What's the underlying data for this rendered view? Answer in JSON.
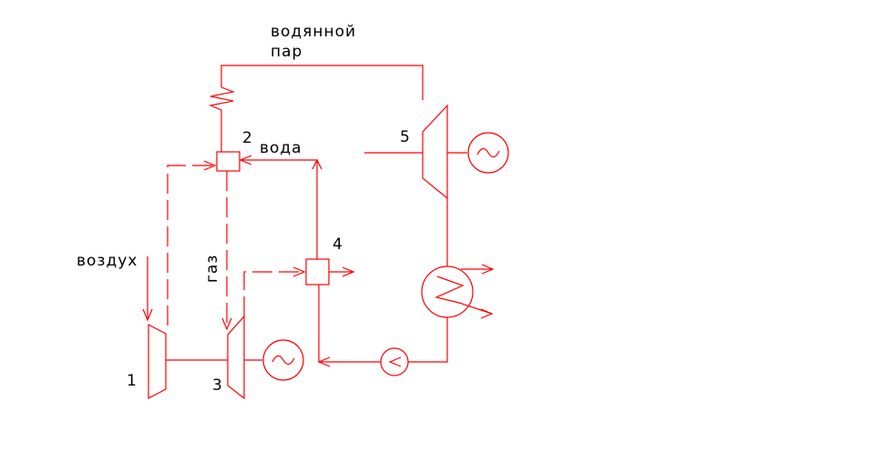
{
  "colors": {
    "line": "#ff0000",
    "text": "#000000",
    "background": "#ffffff"
  },
  "labels": {
    "steam_line1": "водянной",
    "steam_line2": "пар",
    "water": "вода",
    "air": "воздух",
    "gas": "газ"
  },
  "numbers": {
    "compressor": "1",
    "combustor": "2",
    "gas_turbine": "3",
    "heat_recovery": "4",
    "steam_turbine": "5"
  },
  "icons": {
    "generator": "generator-symbol",
    "pump": "pump-symbol",
    "condenser": "condenser-symbol",
    "superheater": "zigzag-coil-symbol"
  }
}
